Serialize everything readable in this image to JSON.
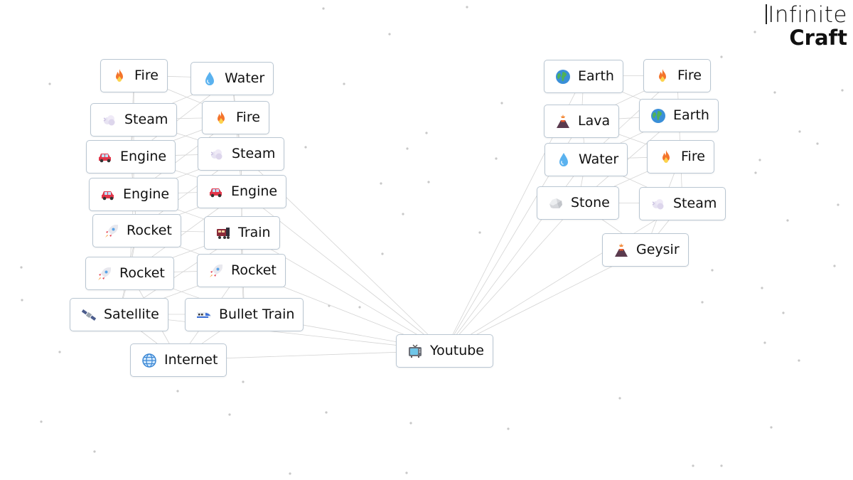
{
  "app": {
    "logo_line1": "Infinite",
    "logo_line2": "Craft"
  },
  "items": [
    {
      "id": "fire-l1",
      "label": "Fire",
      "icon": "fire-icon"
    },
    {
      "id": "water-l1",
      "label": "Water",
      "icon": "water-drop-icon"
    },
    {
      "id": "steam-l1",
      "label": "Steam",
      "icon": "steam-cloud-icon"
    },
    {
      "id": "fire-l2",
      "label": "Fire",
      "icon": "fire-icon"
    },
    {
      "id": "engine-l1",
      "label": "Engine",
      "icon": "car-icon"
    },
    {
      "id": "steam-l2",
      "label": "Steam",
      "icon": "steam-cloud-icon"
    },
    {
      "id": "engine-l2",
      "label": "Engine",
      "icon": "car-icon"
    },
    {
      "id": "engine-l3",
      "label": "Engine",
      "icon": "car-icon"
    },
    {
      "id": "rocket-l1",
      "label": "Rocket",
      "icon": "rocket-icon"
    },
    {
      "id": "train-l1",
      "label": "Train",
      "icon": "train-icon"
    },
    {
      "id": "rocket-l2",
      "label": "Rocket",
      "icon": "rocket-icon"
    },
    {
      "id": "rocket-l3",
      "label": "Rocket",
      "icon": "rocket-icon"
    },
    {
      "id": "satellite-l1",
      "label": "Satellite",
      "icon": "satellite-icon"
    },
    {
      "id": "bullettrain-l1",
      "label": "Bullet Train",
      "icon": "bullet-train-icon"
    },
    {
      "id": "internet-l1",
      "label": "Internet",
      "icon": "globe-meridians-icon"
    },
    {
      "id": "youtube-c1",
      "label": "Youtube",
      "icon": "television-icon"
    },
    {
      "id": "earth-r1",
      "label": "Earth",
      "icon": "earth-icon"
    },
    {
      "id": "fire-r1",
      "label": "Fire",
      "icon": "fire-icon"
    },
    {
      "id": "lava-r1",
      "label": "Lava",
      "icon": "volcano-icon"
    },
    {
      "id": "earth-r2",
      "label": "Earth",
      "icon": "earth-icon"
    },
    {
      "id": "water-r1",
      "label": "Water",
      "icon": "water-drop-icon"
    },
    {
      "id": "fire-r2",
      "label": "Fire",
      "icon": "fire-icon"
    },
    {
      "id": "stone-r1",
      "label": "Stone",
      "icon": "rock-icon"
    },
    {
      "id": "steam-r1",
      "label": "Steam",
      "icon": "steam-cloud-icon"
    },
    {
      "id": "geysir-r1",
      "label": "Geysir",
      "icon": "volcano-icon"
    }
  ],
  "colors": {
    "item_border": "#b9c6d2",
    "connection_line": "#d4d4d4",
    "background": "#ffffff",
    "dot": "#c8c8c8"
  }
}
